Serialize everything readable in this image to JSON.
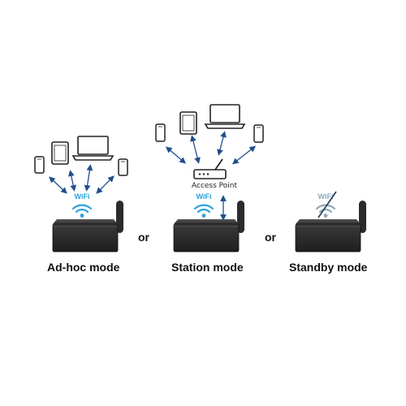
{
  "modes": [
    {
      "label": "Ad-hoc mode",
      "wifi_label": "WiFi",
      "wifi_state": "active"
    },
    {
      "label": "Station mode",
      "wifi_label": "WiFi",
      "wifi_state": "active",
      "access_point_label": "Access Point"
    },
    {
      "label": "Standby mode",
      "wifi_label": "WiFi",
      "wifi_state": "disabled"
    }
  ],
  "separators": [
    "or",
    "or"
  ],
  "colors": {
    "wifi_active": "#29a3dd",
    "wifi_disabled": "#8fa8b8",
    "arrow": "#1f4e8c",
    "device_body": "#333333",
    "outline": "#222222"
  },
  "icons": [
    "laptop-icon",
    "tablet-icon",
    "smartphone-icon",
    "router-icon",
    "wifi-icon",
    "antenna-icon"
  ]
}
